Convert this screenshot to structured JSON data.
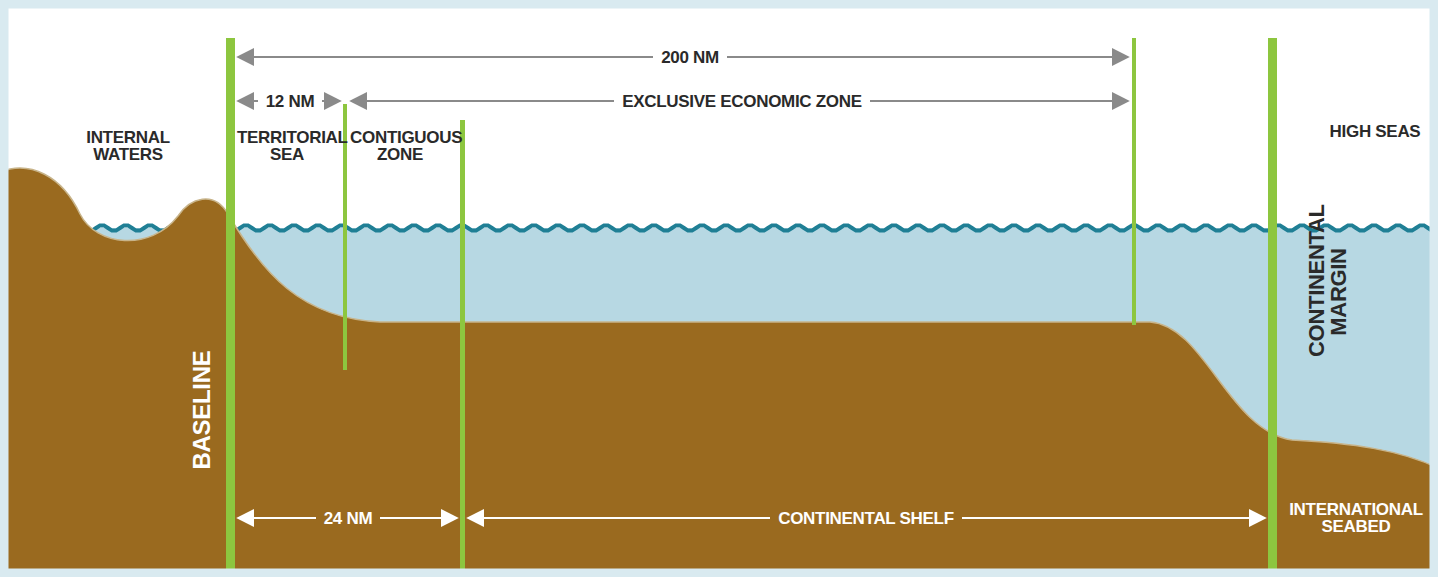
{
  "diagram": {
    "labels": [
      "200 NM",
      "12 NM",
      "EXCLUSIVE ECONOMIC ZONE",
      "INTERNAL WATERS",
      "TERRITORIAL SEA",
      "CONTIGUOUS ZONE",
      "HIGH SEAS",
      "CONTINENTAL MARGIN",
      "BASELINE",
      "24 NM",
      "CONTINENTAL SHELF",
      "INTERNATIONAL SEABED"
    ]
  }
}
